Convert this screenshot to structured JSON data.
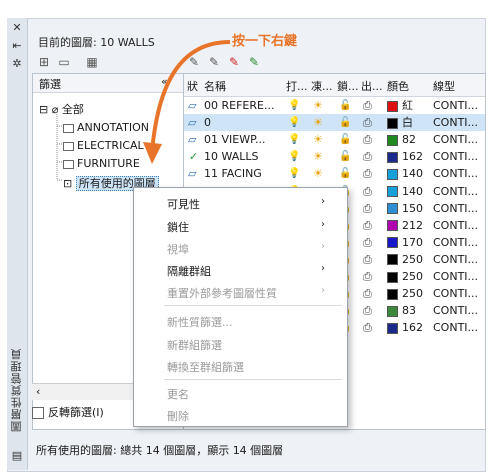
{
  "palette": {
    "title": "圖層性質管理員"
  },
  "header": {
    "current_layer": "目前的圖層: 10 WALLS"
  },
  "filters": {
    "title": "篩選",
    "collapse_glyph": "«",
    "tree": [
      {
        "label": "全部"
      },
      {
        "label": "ANNOTATION"
      },
      {
        "label": "ELECTRICAL"
      },
      {
        "label": "FURNITURE"
      },
      {
        "label": "所有使用的圖層"
      }
    ],
    "invert_label": "反轉篩選(I)"
  },
  "grid": {
    "columns": [
      "狀",
      "名稱",
      "打...",
      "凍...",
      "鎖...",
      "出...",
      "顏色",
      "線型"
    ],
    "rows": [
      {
        "status": "",
        "name": "00 REFERE...",
        "color": "#dd1111",
        "color_name": "紅",
        "linetype": "CONTI..."
      },
      {
        "status": "",
        "name": "0",
        "color": "#000000",
        "color_name": "白",
        "linetype": "CONTI..."
      },
      {
        "status": "",
        "name": "01 VIEWP...",
        "color": "#1e8a1e",
        "color_name": "82",
        "linetype": "CONTI..."
      },
      {
        "status": "✓",
        "name": "10 WALLS",
        "color": "#1b2a8c",
        "color_name": "162",
        "linetype": "CONTI..."
      },
      {
        "status": "",
        "name": "11 FACING",
        "color": "#14a0d8",
        "color_name": "140",
        "linetype": "CONTI..."
      },
      {
        "status": "",
        "name": "",
        "color": "#14a0d8",
        "color_name": "140",
        "linetype": "CONTI..."
      },
      {
        "status": "",
        "name": "",
        "color": "#2f8fd6",
        "color_name": "150",
        "linetype": "CONTI..."
      },
      {
        "status": "",
        "name": "",
        "color": "#b000b0",
        "color_name": "212",
        "linetype": "CONTI..."
      },
      {
        "status": "",
        "name": "",
        "color": "#1818c8",
        "color_name": "170",
        "linetype": "CONTI..."
      },
      {
        "status": "",
        "name": "",
        "color": "#000000",
        "color_name": "250",
        "linetype": "CONTI..."
      },
      {
        "status": "",
        "name": "",
        "color": "#000000",
        "color_name": "250",
        "linetype": "CONTI..."
      },
      {
        "status": "",
        "name": "",
        "color": "#000000",
        "color_name": "250",
        "linetype": "CONTI..."
      },
      {
        "status": "",
        "name": "",
        "color": "#3a8a3a",
        "color_name": "83",
        "linetype": "CONTI..."
      },
      {
        "status": "",
        "name": "",
        "color": "#1b2a8c",
        "color_name": "162",
        "linetype": "CONTI..."
      }
    ]
  },
  "context_menu": {
    "items": [
      {
        "label": "可見性",
        "arrow": "›",
        "disabled": false
      },
      {
        "label": "鎖住",
        "arrow": "›",
        "disabled": false
      },
      {
        "label": "視埠",
        "arrow": "›",
        "disabled": true
      },
      {
        "label": "隔離群組",
        "arrow": "›",
        "disabled": false
      },
      {
        "label": "重置外部參考圖層性質",
        "arrow": "›",
        "disabled": true
      },
      {
        "label": "新性質篩選...",
        "arrow": "",
        "disabled": true
      },
      {
        "label": "新群組篩選",
        "arrow": "",
        "disabled": true
      },
      {
        "label": "轉換至群組篩選",
        "arrow": "",
        "disabled": true
      },
      {
        "label": "更名",
        "arrow": "",
        "disabled": true
      },
      {
        "label": "刪除",
        "arrow": "",
        "disabled": true
      }
    ]
  },
  "status_bar": "所有使用的圖層: 總共 14 個圖層，顯示 14 個圖層",
  "annotation": {
    "text": "按一下右鍵"
  }
}
